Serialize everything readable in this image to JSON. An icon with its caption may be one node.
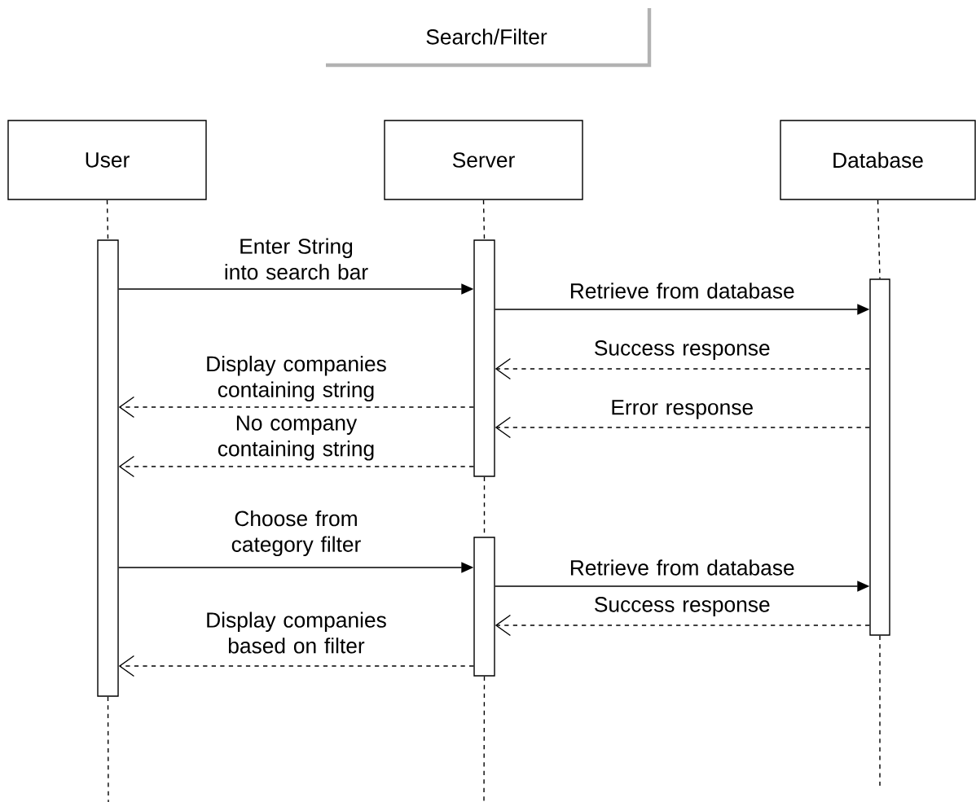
{
  "diagram": {
    "title": "Search/Filter",
    "nodes": [
      {
        "text": [
          "User"
        ]
      },
      {
        "text": [
          "Server"
        ]
      },
      {
        "text": [
          "Database"
        ]
      },
      {
        "text": [],
        "shape": "bar"
      },
      {
        "text": [],
        "shape": "bar"
      },
      {
        "text": [],
        "shape": "bar"
      },
      {
        "text": [],
        "shape": "bar"
      }
    ],
    "edges": [
      {
        "from": 0,
        "to": 3,
        "arrow": "none",
        "style": "dashed"
      },
      {
        "from": 3,
        "to": null,
        "arrow": "none",
        "style": "dashed"
      },
      {
        "from": 1,
        "to": 4,
        "arrow": "none",
        "style": "dashed"
      },
      {
        "from": 4,
        "to": 6,
        "arrow": "none",
        "style": "dashed"
      },
      {
        "from": 6,
        "to": null,
        "arrow": "none",
        "style": "dashed"
      },
      {
        "from": 2,
        "to": 5,
        "arrow": "none",
        "style": "dashed"
      },
      {
        "from": 5,
        "to": null,
        "arrow": "none",
        "style": "dashed"
      },
      {
        "from": 3,
        "to": 4,
        "arrow": "to",
        "label": "Enter String into search bar"
      },
      {
        "from": 4,
        "to": 5,
        "arrow": "to",
        "label": "Retrieve from database"
      },
      {
        "from": 5,
        "to": 4,
        "arrow": "to",
        "label": "Success response",
        "style": "dashed"
      },
      {
        "from": 4,
        "to": 3,
        "arrow": "to",
        "label": "Display companies containing string",
        "style": "dashed"
      },
      {
        "from": 5,
        "to": 4,
        "arrow": "to",
        "label": "Error response",
        "style": "dashed"
      },
      {
        "from": 4,
        "to": 3,
        "arrow": "to",
        "label": "No company containing string",
        "style": "dashed"
      },
      {
        "from": 3,
        "to": 6,
        "arrow": "to",
        "label": "Choose from category filter"
      },
      {
        "from": 6,
        "to": 5,
        "arrow": "to",
        "label": "Retrieve from database"
      },
      {
        "from": 5,
        "to": 6,
        "arrow": "to",
        "label": "Success response",
        "style": "dashed"
      },
      {
        "from": 6,
        "to": 3,
        "arrow": "to",
        "label": "Display companies based on filter",
        "style": "dashed"
      }
    ]
  }
}
